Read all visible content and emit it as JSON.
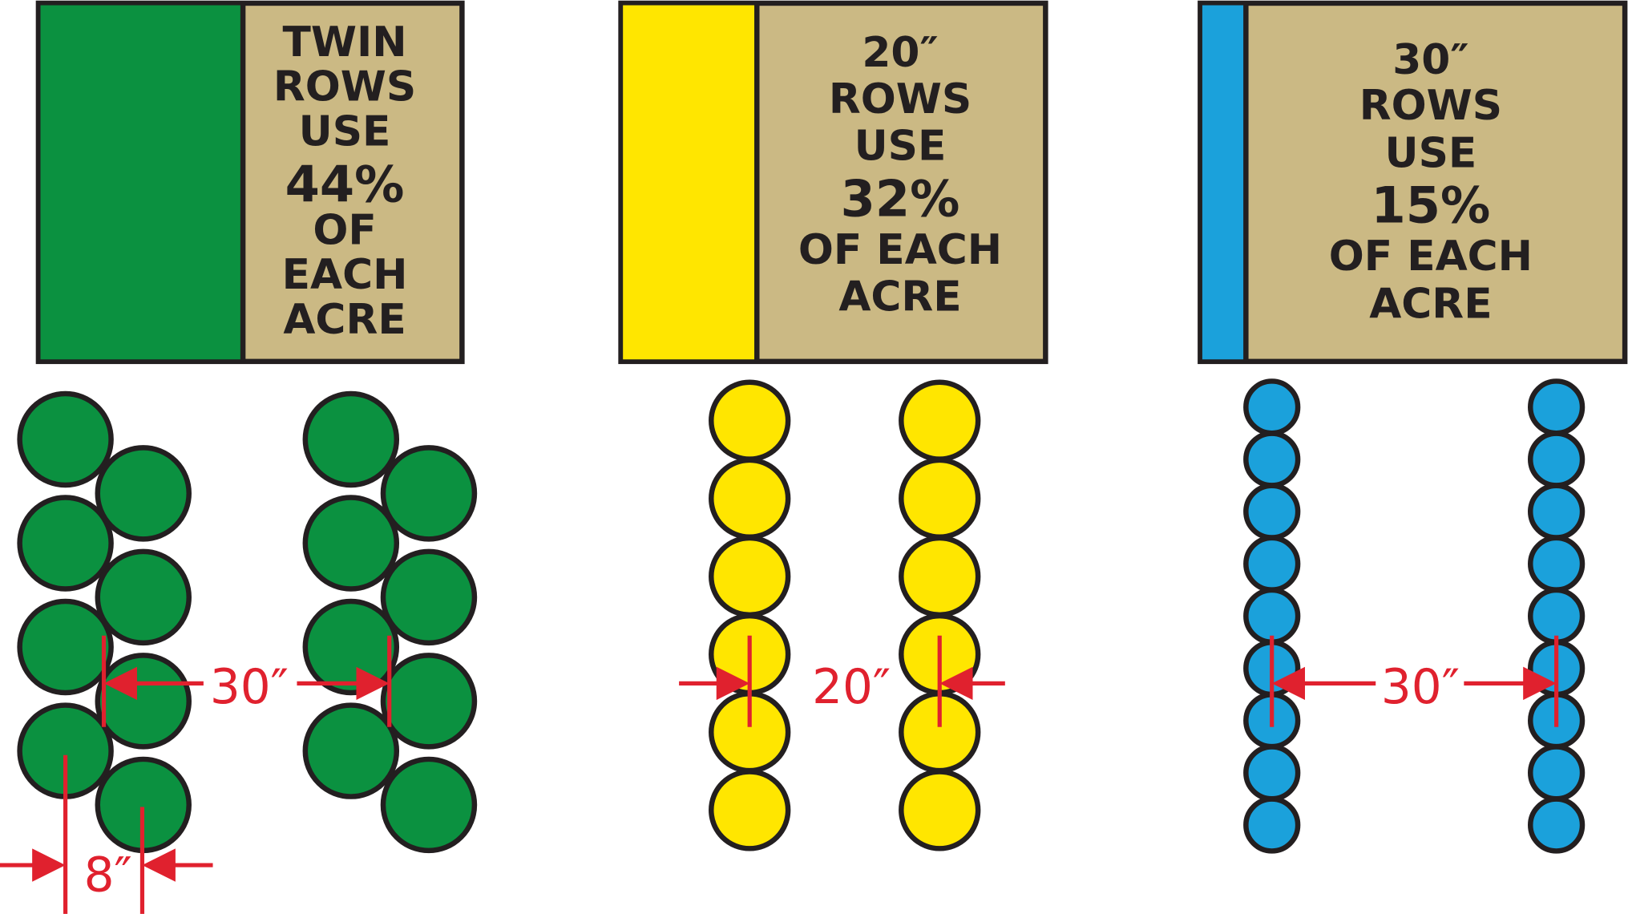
{
  "colors": {
    "tan": "#cbb984",
    "outline": "#231f20",
    "dimension": "#e0212e"
  },
  "panels": [
    {
      "id": "twin",
      "color": "#0b9140",
      "text_lines": [
        "TWIN",
        "ROWS",
        "USE",
        "44%",
        "OF",
        "EACH",
        "ACRE"
      ],
      "spacing_label": "30″",
      "offset_label": "8″",
      "used_percent": 44
    },
    {
      "id": "twenty",
      "color": "#ffe600",
      "text_lines": [
        "20″",
        "ROWS",
        "USE",
        "32%",
        "OF EACH",
        "ACRE"
      ],
      "spacing_label": "20″",
      "used_percent": 32
    },
    {
      "id": "thirty",
      "color": "#1ba1db",
      "text_lines": [
        "30″",
        "ROWS",
        "USE",
        "15%",
        "OF EACH",
        "ACRE"
      ],
      "spacing_label": "30″",
      "used_percent": 15
    }
  ]
}
